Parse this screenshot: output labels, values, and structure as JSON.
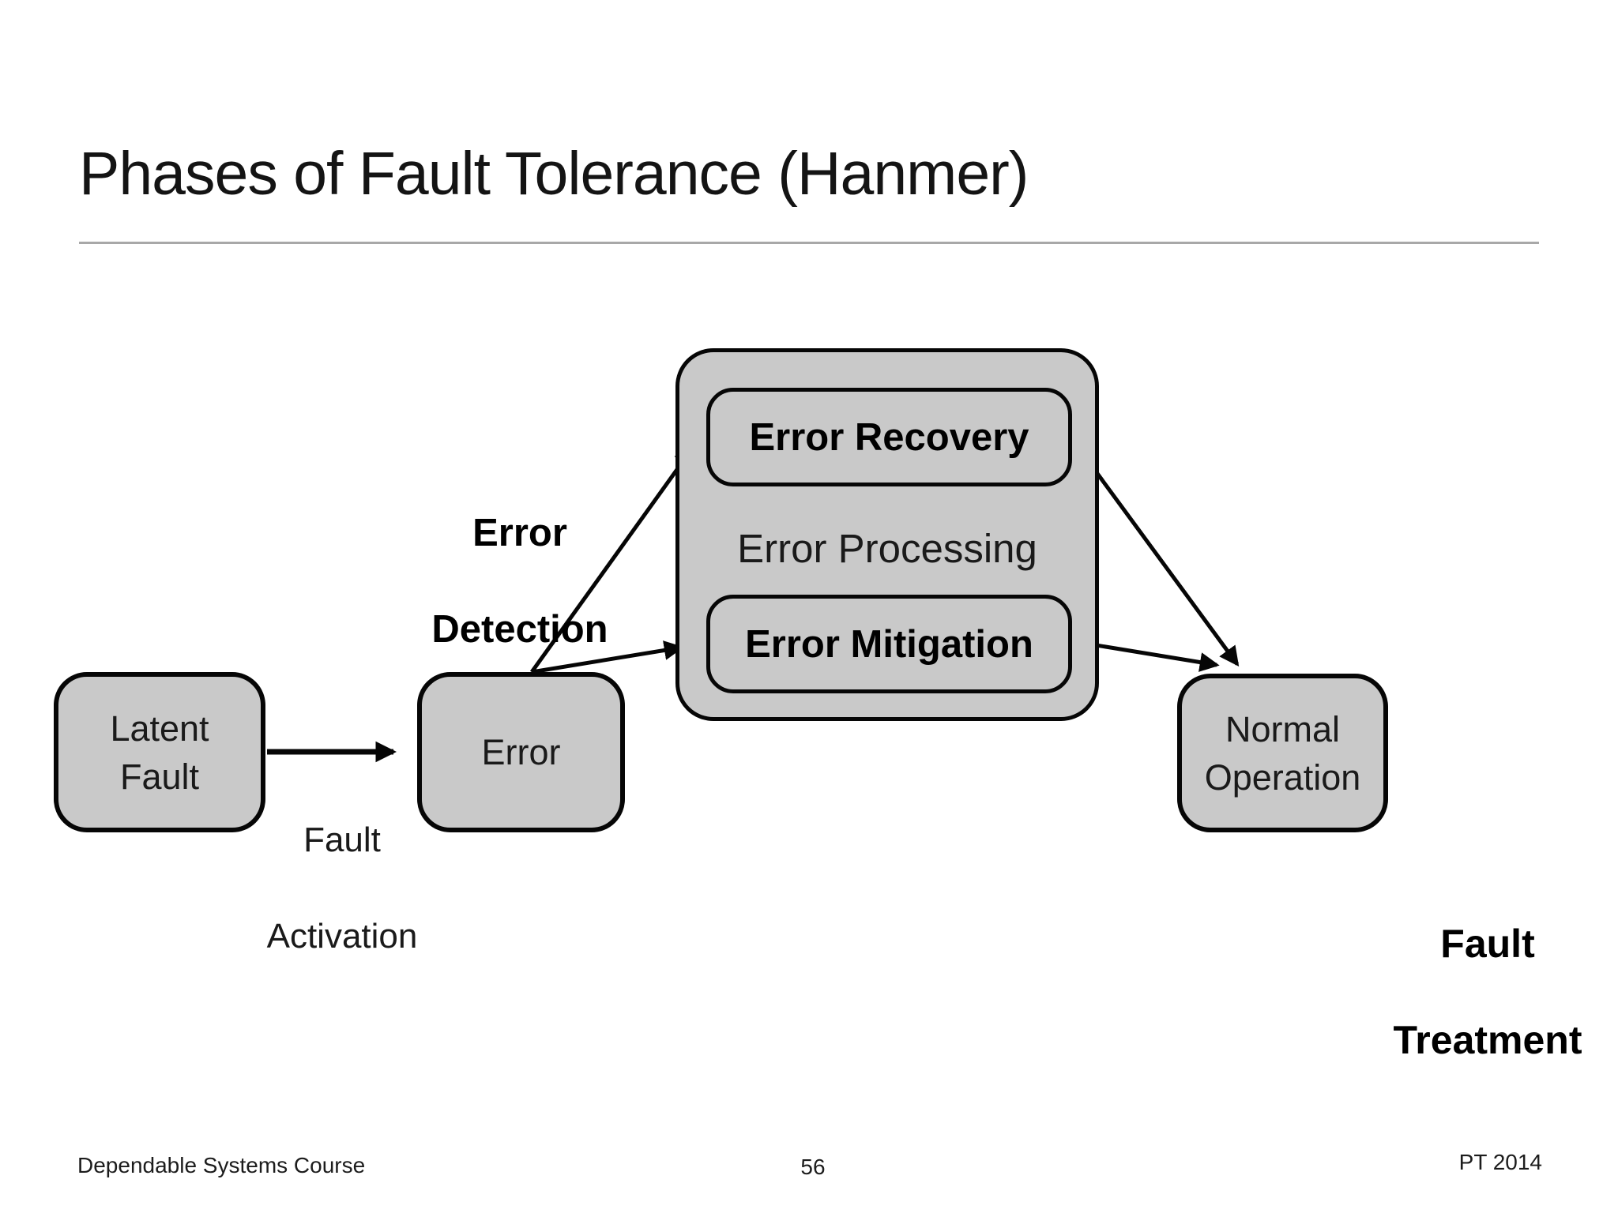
{
  "slide": {
    "title": "Phases of Fault Tolerance (Hanmer)",
    "footer": {
      "course": "Dependable Systems Course",
      "page_number": "56",
      "credit": "PT 2014"
    }
  },
  "diagram": {
    "nodes": {
      "latent_fault": {
        "line1": "Latent",
        "line2": "Fault"
      },
      "error": {
        "label": "Error"
      },
      "normal_operation": {
        "line1": "Normal",
        "line2": "Operation"
      }
    },
    "group": {
      "label": "Error Processing",
      "recovery_label": "Error Recovery",
      "mitigation_label": "Error Mitigation"
    },
    "annotations": {
      "error_detection": {
        "line1": "Error",
        "line2": "Detection"
      },
      "fault_activation": {
        "line1": "Fault",
        "line2": "Activation"
      },
      "fault_treatment": {
        "line1": "Fault",
        "line2": "Treatment"
      }
    }
  },
  "colors": {
    "background": "#ffffff",
    "box_fill": "#c9c9c9",
    "stroke": "#060606",
    "divider": "#a8a8a8",
    "text_regular": "#1a1a1a",
    "text_bold": "#000000"
  }
}
